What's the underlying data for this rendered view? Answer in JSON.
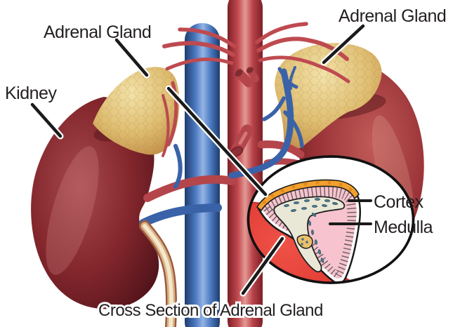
{
  "figure": {
    "type": "anatomical-diagram",
    "subject": "Adrenal glands seated on the kidneys with great vessels, plus a circular inset showing a cross section of the adrenal gland"
  },
  "labels": {
    "adrenal_gland_left": "Adrenal Gland",
    "adrenal_gland_right": "Adrenal Gland",
    "kidney": "Kidney",
    "cortex": "Cortex",
    "medulla": "Medulla",
    "caption": "Cross Section of Adrenal Gland"
  },
  "colors": {
    "background": "#FFFFFF",
    "text": "#231F20",
    "kidney_left": "#82262C",
    "kidney_right": "#9A3338",
    "adrenal_tan": "#DFBE72",
    "vena_cava_blue": "#4A77BE",
    "aorta_red": "#B8434A",
    "ureter_cream": "#F0DFBE",
    "inset_kidney_red": "#E8423B",
    "cortex_pink": "#F6C3CE",
    "medulla_cream": "#E9E7D6",
    "capsule_orange": "#F2A12F",
    "chromaffin_blue": "#4F7A8C",
    "pointer_black": "#1A1A1A"
  }
}
